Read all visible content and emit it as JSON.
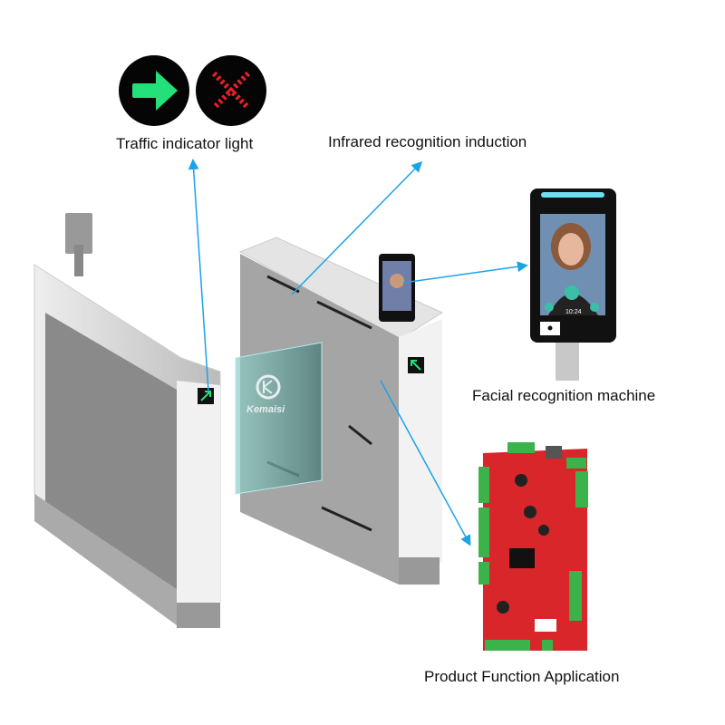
{
  "labels": {
    "traffic_light": "Traffic indicator light",
    "infrared": "Infrared recognition induction",
    "facial": "Facial recognition machine",
    "board": "Product Function Application"
  },
  "brand": "Kemaisi",
  "face_device": {
    "clock": "10:24"
  },
  "colors": {
    "arrow": "#1aa3e8",
    "pass_led": "#23e07a",
    "stop_led": "#e8202a",
    "pcb": "#d8262a",
    "terminal": "#3cb34a"
  }
}
